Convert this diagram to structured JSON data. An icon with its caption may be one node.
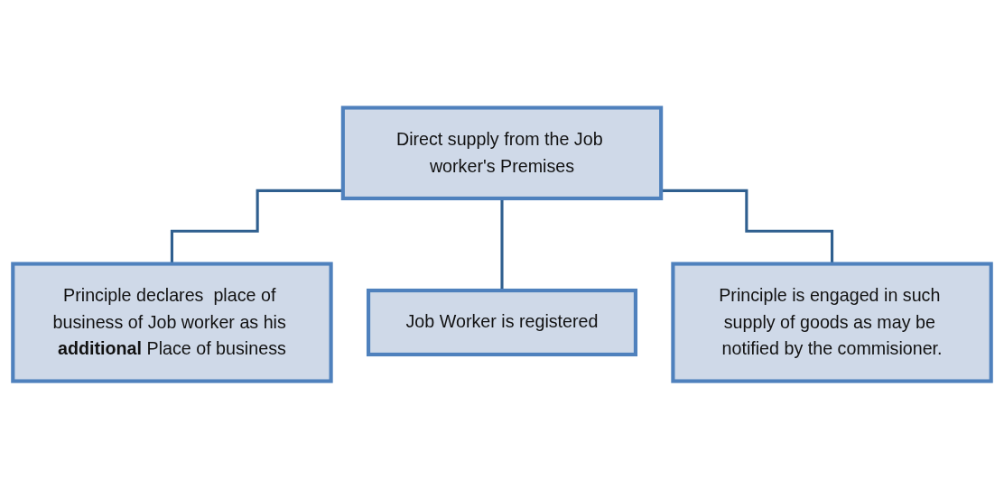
{
  "diagram": {
    "nodes": [
      {
        "text": [
          "Direct supply from the Job worker's Premises"
        ]
      },
      {
        "text": [
          "Principle declares  place of business of Job worker as his **additional** Place of business"
        ]
      },
      {
        "text": [
          "Job Worker is registered"
        ]
      },
      {
        "text": [
          "Principle is engaged in such supply of goods as may be notified by the commisioner."
        ]
      }
    ],
    "edges": [
      {
        "from": 0,
        "to": 1,
        "arrow": "none"
      },
      {
        "from": 0,
        "to": 2,
        "arrow": "none"
      },
      {
        "from": 0,
        "to": 3,
        "arrow": "none"
      }
    ]
  }
}
